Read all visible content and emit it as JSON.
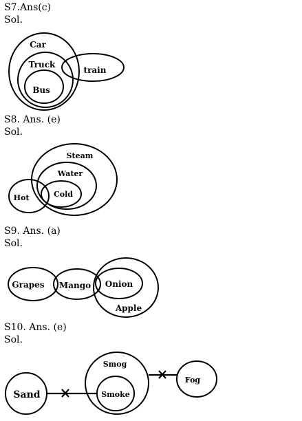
{
  "questions": [
    {
      "answer": "S7.Ans(c)",
      "sol": "Sol.",
      "labels": {
        "car": "Car",
        "truck": "Truck",
        "bus": "Bus",
        "train": "train"
      }
    },
    {
      "answer": "S8. Ans. (e)",
      "sol": "Sol.",
      "labels": {
        "steam": "Steam",
        "water": "Water",
        "cold": "Cold",
        "hot": "Hot"
      }
    },
    {
      "answer": "S9. Ans. (a)",
      "sol": "Sol.",
      "labels": {
        "grapes": "Grapes",
        "mango": "Mango",
        "onion": "Onion",
        "apple": "Apple"
      }
    },
    {
      "answer": "S10. Ans. (e)",
      "sol": "Sol.",
      "labels": {
        "smog": "Smog",
        "smoke": "Smoke",
        "sand": "Sand",
        "fog": "Fog"
      },
      "no_relation_marker": "cross"
    }
  ]
}
